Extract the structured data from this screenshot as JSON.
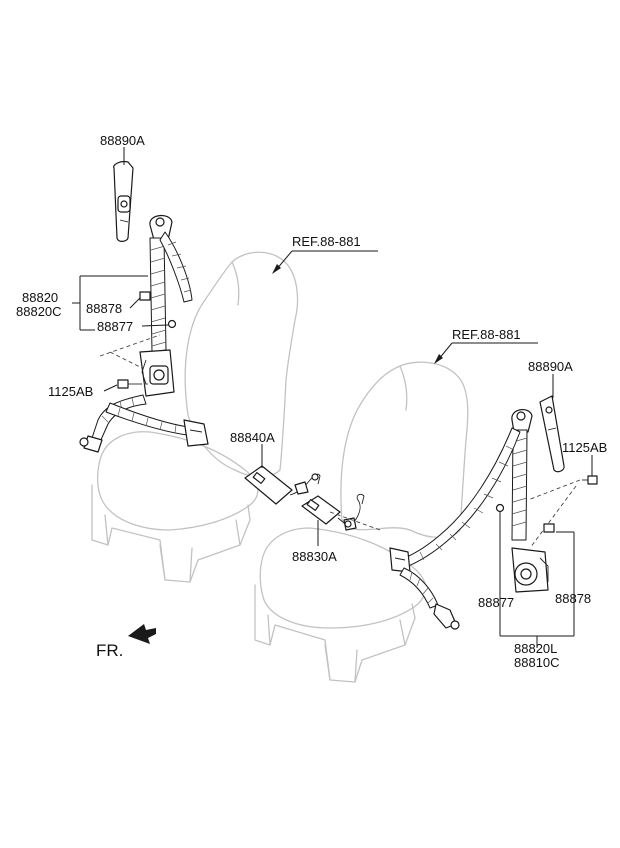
{
  "labels": {
    "left_trim_top": "88890A",
    "left_assembly_1": "88820",
    "left_assembly_2": "88820C",
    "left_clip_a": "88878",
    "left_clip_b": "88877",
    "left_bolt": "1125AB",
    "ref_left": "REF.88-881",
    "ref_right": "REF.88-881",
    "buckle_center": "88840A",
    "buckle_right": "88830A",
    "right_trim": "88890A",
    "right_bolt": "1125AB",
    "right_clip_a": "88877",
    "right_clip_b": "88878",
    "right_assembly_1": "88820L",
    "right_assembly_2": "88810C",
    "front_marker": "FR."
  }
}
